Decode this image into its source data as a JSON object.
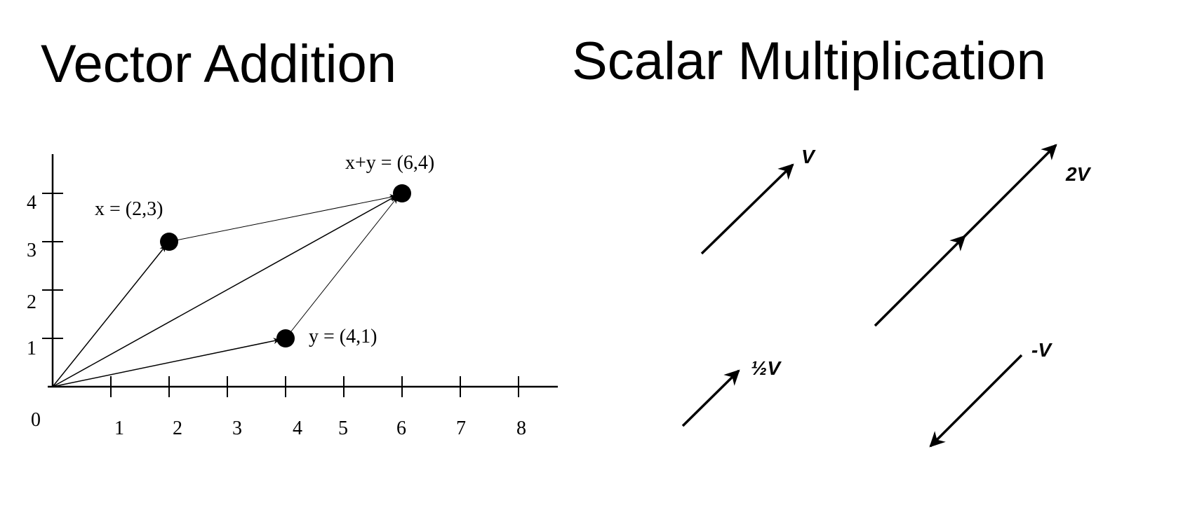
{
  "titles": {
    "left": "Vector Addition",
    "right": "Scalar Multiplication"
  },
  "vector_addition": {
    "origin_label": "0",
    "x_ticks": [
      "1",
      "2",
      "3",
      "4",
      "5",
      "6",
      "7",
      "8"
    ],
    "y_ticks": [
      "1",
      "2",
      "3",
      "4"
    ],
    "points": {
      "x": {
        "label": "x = (2,3)",
        "coords": [
          2,
          3
        ]
      },
      "y": {
        "label": "y = (4,1)",
        "coords": [
          4,
          1
        ]
      },
      "sum": {
        "label": "x+y = (6,4)",
        "coords": [
          6,
          4
        ]
      }
    }
  },
  "scalar_multiplication": {
    "v": "V",
    "two_v": "2V",
    "half_v": "½V",
    "neg_v": "-V"
  }
}
